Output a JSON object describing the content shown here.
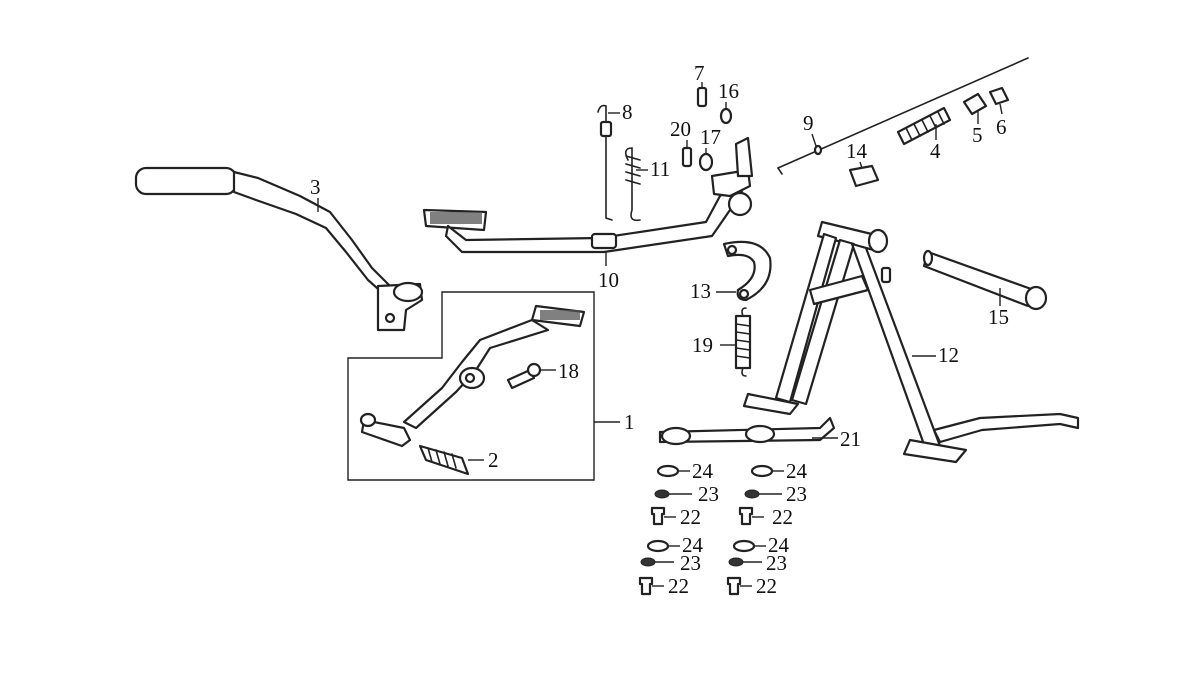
{
  "diagram": {
    "labels": {
      "p1": "1",
      "p2": "2",
      "p3": "3",
      "p4": "4",
      "p5": "5",
      "p6": "6",
      "p7": "7",
      "p8": "8",
      "p9": "9",
      "p10": "10",
      "p11": "11",
      "p12": "12",
      "p13": "13",
      "p14": "14",
      "p15": "15",
      "p16": "16",
      "p17": "17",
      "p18": "18",
      "p19": "19",
      "p20": "20",
      "p21": "21",
      "p22": "22",
      "p23": "23",
      "p24": "24"
    }
  }
}
